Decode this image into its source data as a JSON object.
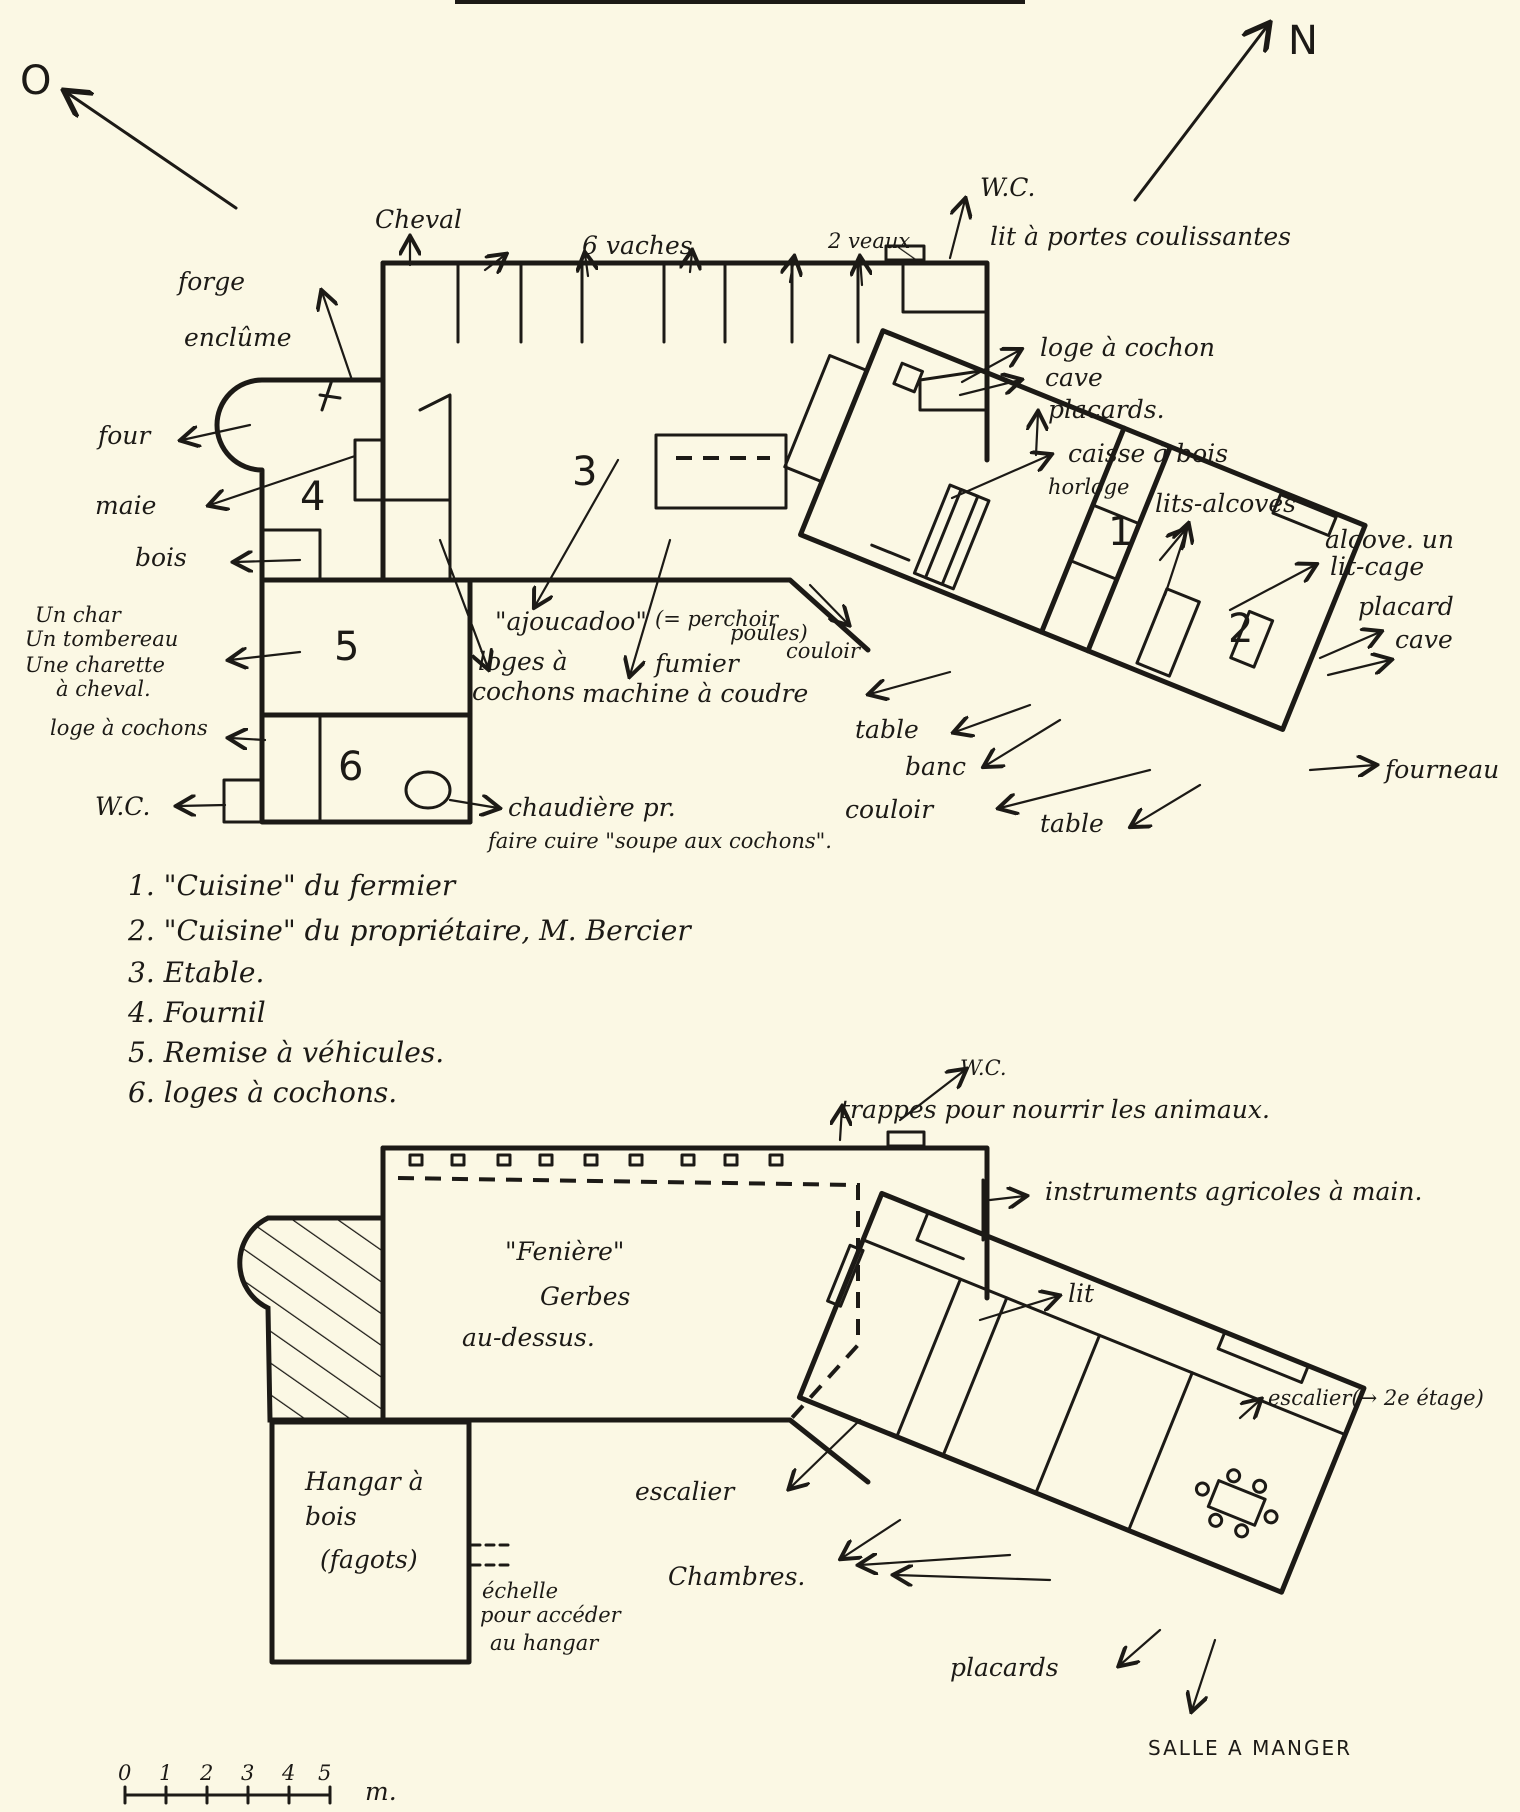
{
  "compass": {
    "north": "N",
    "west": "O"
  },
  "ground_floor": {
    "rooms": {
      "r1": "1",
      "r2": "2",
      "r3": "3",
      "r4": "4",
      "r5": "5",
      "r6": "6"
    },
    "labels": {
      "cheval": "Cheval",
      "vaches": "6 vaches",
      "veaux": "2 veaux",
      "wc_top": "W.C.",
      "lit_portes": "lit à portes coulissantes",
      "forge": "forge",
      "enclume": "enclûme",
      "four": "four",
      "maie": "maie",
      "bois": "bois",
      "char": "Un char",
      "tombereau": "Un tombereau",
      "charette": "Une charette",
      "a_cheval": "à cheval.",
      "loge_cochons_left": "loge à cochons",
      "wc_left": "W.C.",
      "chaudiere": "chaudière pr.",
      "cuire": "faire cuire \"soupe aux cochons\".",
      "ajoucadoo": "\"ajoucadoo\"",
      "perchoir": "(= perchoir",
      "poules": "poules)",
      "loges_a": "loges à",
      "cochons": "cochons",
      "fumier": "fumier",
      "machine": "machine à coudre",
      "couloir1": "couloir",
      "loge_cochon": "loge à cochon",
      "cave1": "cave",
      "placards": "placards.",
      "caisse": "caisse à bois",
      "horloge": "horloge",
      "lits_alcoves": "lits-alcoves",
      "alcove1": "alcove. un",
      "alcove2": "lit-cage",
      "placard": "placard",
      "cave2": "cave",
      "fourneau": "fourneau",
      "table1": "table",
      "banc": "banc",
      "couloir2": "couloir",
      "table2": "table"
    }
  },
  "legend": [
    "1. \"Cuisine\" du fermier",
    "2. \"Cuisine\" du propriétaire, M. Bercier",
    "3. Etable.",
    "4. Fournil",
    "5. Remise à véhicules.",
    "6. loges à cochons."
  ],
  "upper_floor": {
    "labels": {
      "wc": "W.C.",
      "trappes": "trappes pour nourrir les animaux.",
      "instruments": "instruments agricoles à main.",
      "feniere": "\"Fenière\"",
      "gerbes": "Gerbes",
      "audessus": "au-dessus.",
      "lit": "lit",
      "escalier_2": "escalier(→ 2e étage)",
      "hangar1": "Hangar à",
      "hangar2": "bois",
      "fagots": "(fagots)",
      "escalier": "escalier",
      "echelle1": "échelle",
      "echelle2": "pour accéder",
      "echelle3": "au hangar",
      "chambres": "Chambres.",
      "placards": "placards",
      "salle": "SALLE A MANGER"
    }
  },
  "scale": {
    "ticks": [
      "0",
      "1",
      "2",
      "3",
      "4",
      "5"
    ],
    "unit": "m."
  }
}
